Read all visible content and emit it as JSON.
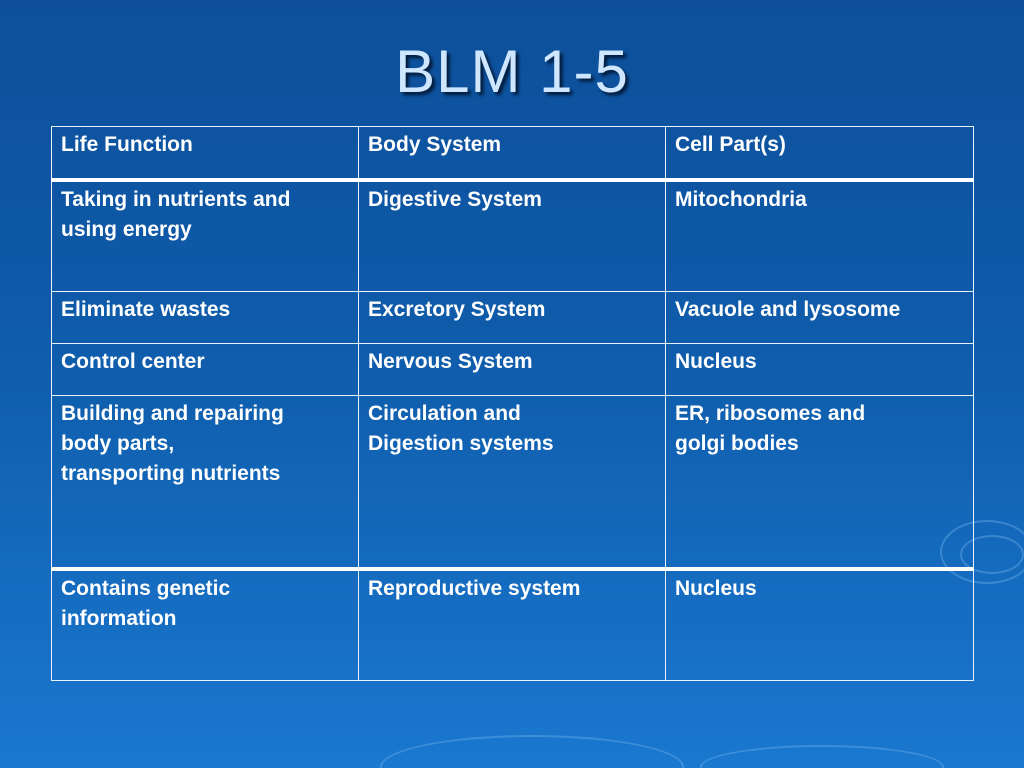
{
  "slide": {
    "title": "BLM 1-5",
    "background_color": "#0f5cab",
    "text_color": "#ffffff"
  },
  "table": {
    "headers": [
      "Life Function",
      "Body System",
      "Cell Part(s)"
    ],
    "rows": [
      [
        "Taking in nutrients and\nusing energy",
        "Digestive System",
        "Mitochondria"
      ],
      [
        "Eliminate wastes",
        "Excretory System",
        "Vacuole and lysosome"
      ],
      [
        "Control center",
        "Nervous System",
        "Nucleus"
      ],
      [
        "Building and repairing\nbody parts,\ntransporting nutrients",
        "Circulation and\nDigestion systems",
        "ER, ribosomes and\ngolgi bodies"
      ],
      [
        "Contains genetic\ninformation",
        "Reproductive system",
        "Nucleus"
      ]
    ]
  }
}
